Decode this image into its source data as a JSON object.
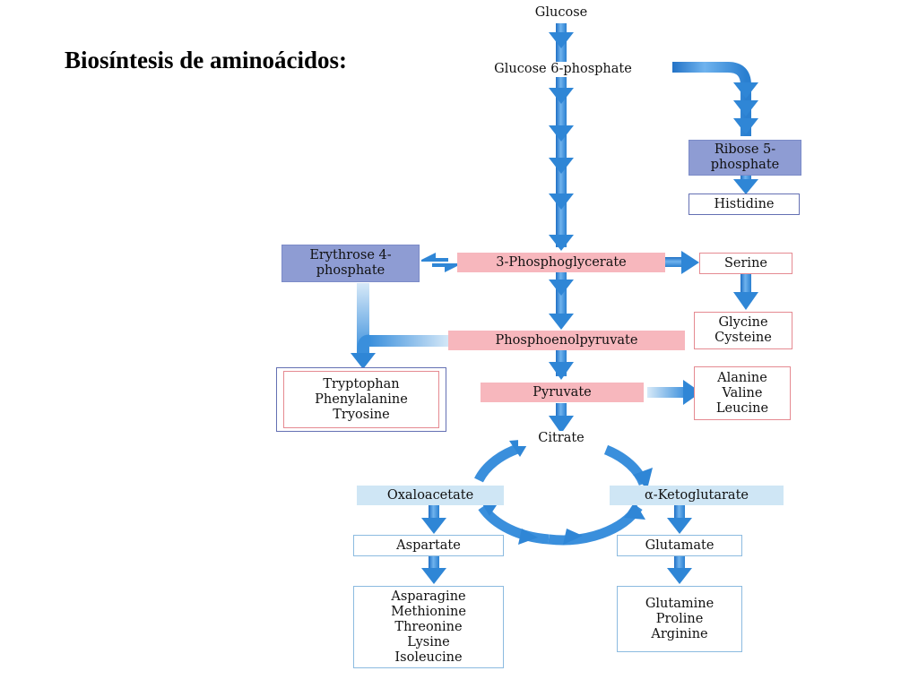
{
  "title": "Biosíntesis de aminoácidos:",
  "nodes": {
    "glucose": "Glucose",
    "glucose6p": "Glucose 6-phosphate",
    "ribose5p": [
      "Ribose 5-",
      "phosphate"
    ],
    "histidine": "Histidine",
    "erythrose4p": [
      "Erythrose 4-",
      "phosphate"
    ],
    "phosphoglycerate": "3-Phosphoglycerate",
    "serine": "Serine",
    "glycine_cysteine": [
      "Glycine",
      "Cysteine"
    ],
    "pep": "Phosphoenolpyruvate",
    "aromatic": [
      "Tryptophan",
      "Phenylalanine",
      "Tryosine"
    ],
    "pyruvate": "Pyruvate",
    "ala_val_leu": [
      "Alanine",
      "Valine",
      "Leucine"
    ],
    "citrate": "Citrate",
    "oxaloacetate": "Oxaloacetate",
    "ketoglutarate": "α-Ketoglutarate",
    "aspartate": "Aspartate",
    "glutamate": "Glutamate",
    "aspartate_family": [
      "Asparagine",
      "Methionine",
      "Threonine",
      "Lysine",
      "Isoleucine"
    ],
    "glutamate_family": [
      "Glutamine",
      "Proline",
      "Arginine"
    ]
  },
  "colors": {
    "arrow": "#3a8fdc",
    "arrow_light": "#9fcaf0",
    "sugar_fill": "#8e9cd3",
    "glycolysis_fill": "#f7b7bd",
    "tca_fill": "#cfe6f5"
  }
}
